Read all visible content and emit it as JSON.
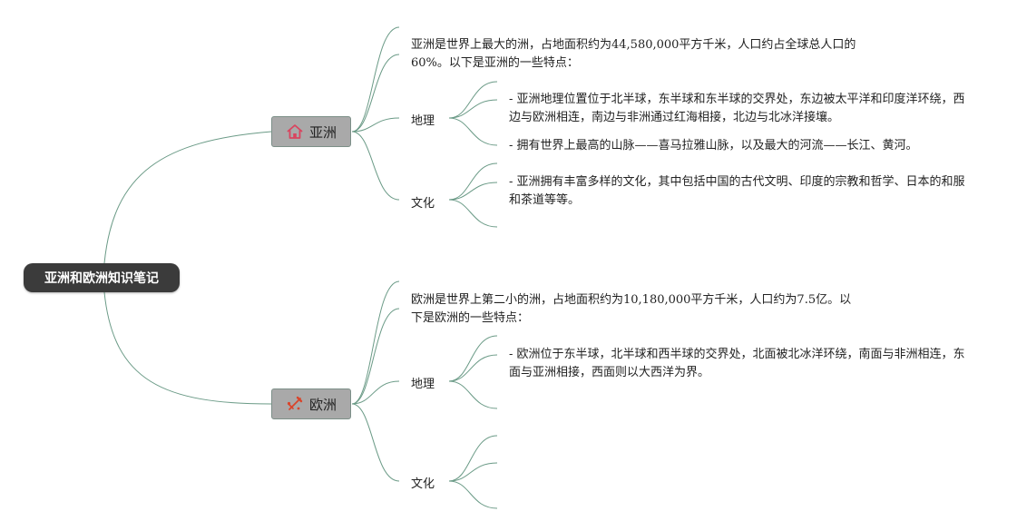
{
  "root": {
    "title": "亚洲和欧洲知识笔记"
  },
  "asia": {
    "title": "亚洲",
    "icon": "house-icon",
    "icon_color": "#d9455f",
    "intro": "亚洲是世界上最大的洲，占地面积约为44,580,000平方千米，人口约占全球总人口的60%。以下是亚洲的一些特点：",
    "geography": {
      "label": "地理",
      "items": [
        "- 亚洲地理位置位于北半球，东半球和东半球的交界处，东边被太平洋和印度洋环绕，西边与欧洲相连，南边与非洲通过红海相接，北边与北冰洋接壤。",
        "- 拥有世界上最高的山脉——喜马拉雅山脉，以及最大的河流——长江、黄河。"
      ]
    },
    "culture": {
      "label": "文化",
      "items": [
        "- 亚洲拥有丰富多样的文化，其中包括中国的古代文明、印度的宗教和哲学、日本的和服和茶道等等。"
      ]
    }
  },
  "europe": {
    "title": "欧洲",
    "icon": "tools-icon",
    "icon_color": "#d9452b",
    "intro": "欧洲是世界上第二小的洲，占地面积约为10,180,000平方千米，人口约为7.5亿。以下是欧洲的一些特点：",
    "geography": {
      "label": "地理",
      "items": [
        "- 欧洲位于东半球，北半球和西半球的交界处，北面被北冰洋环绕，南面与非洲相连，东面与亚洲相接，西面则以大西洋为界。"
      ]
    },
    "culture": {
      "label": "文化",
      "items": []
    }
  },
  "colors": {
    "edge": "#6a9a86",
    "root_bg": "#3b3b3b",
    "branch_bg": "#a9a9a9"
  }
}
